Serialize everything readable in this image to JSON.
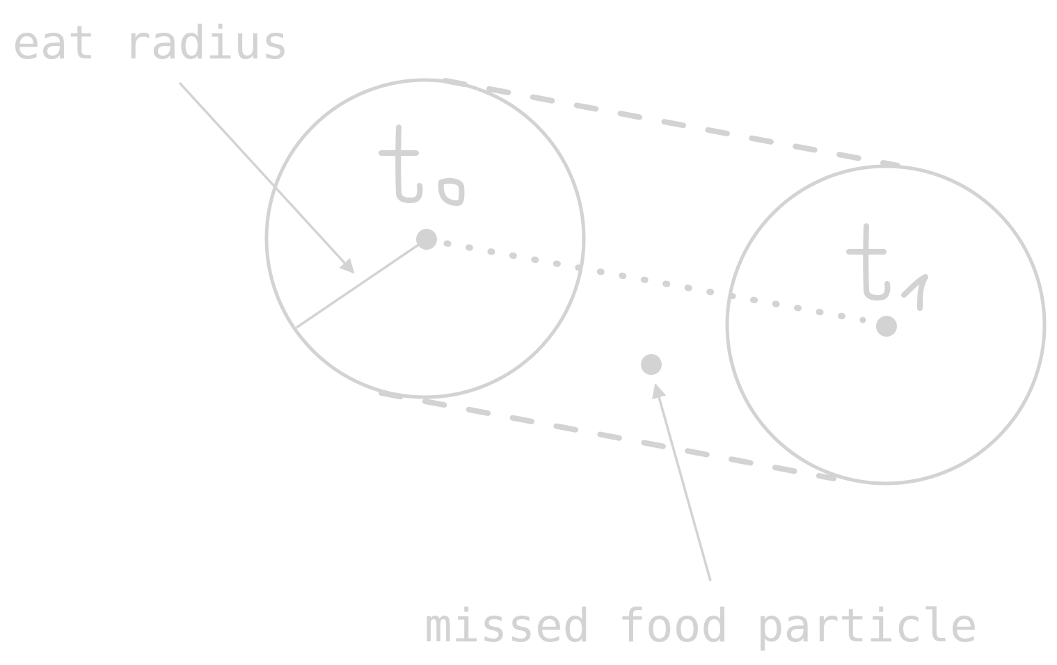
{
  "labels": {
    "eat_radius": "eat radius",
    "missed_food": "missed food particle"
  },
  "time_labels": {
    "t0_icon": "t-zero-handwritten",
    "t1_icon": "t-one-handwritten"
  },
  "colors": {
    "stroke": "#d3d3d3",
    "background": "#ffffff"
  }
}
